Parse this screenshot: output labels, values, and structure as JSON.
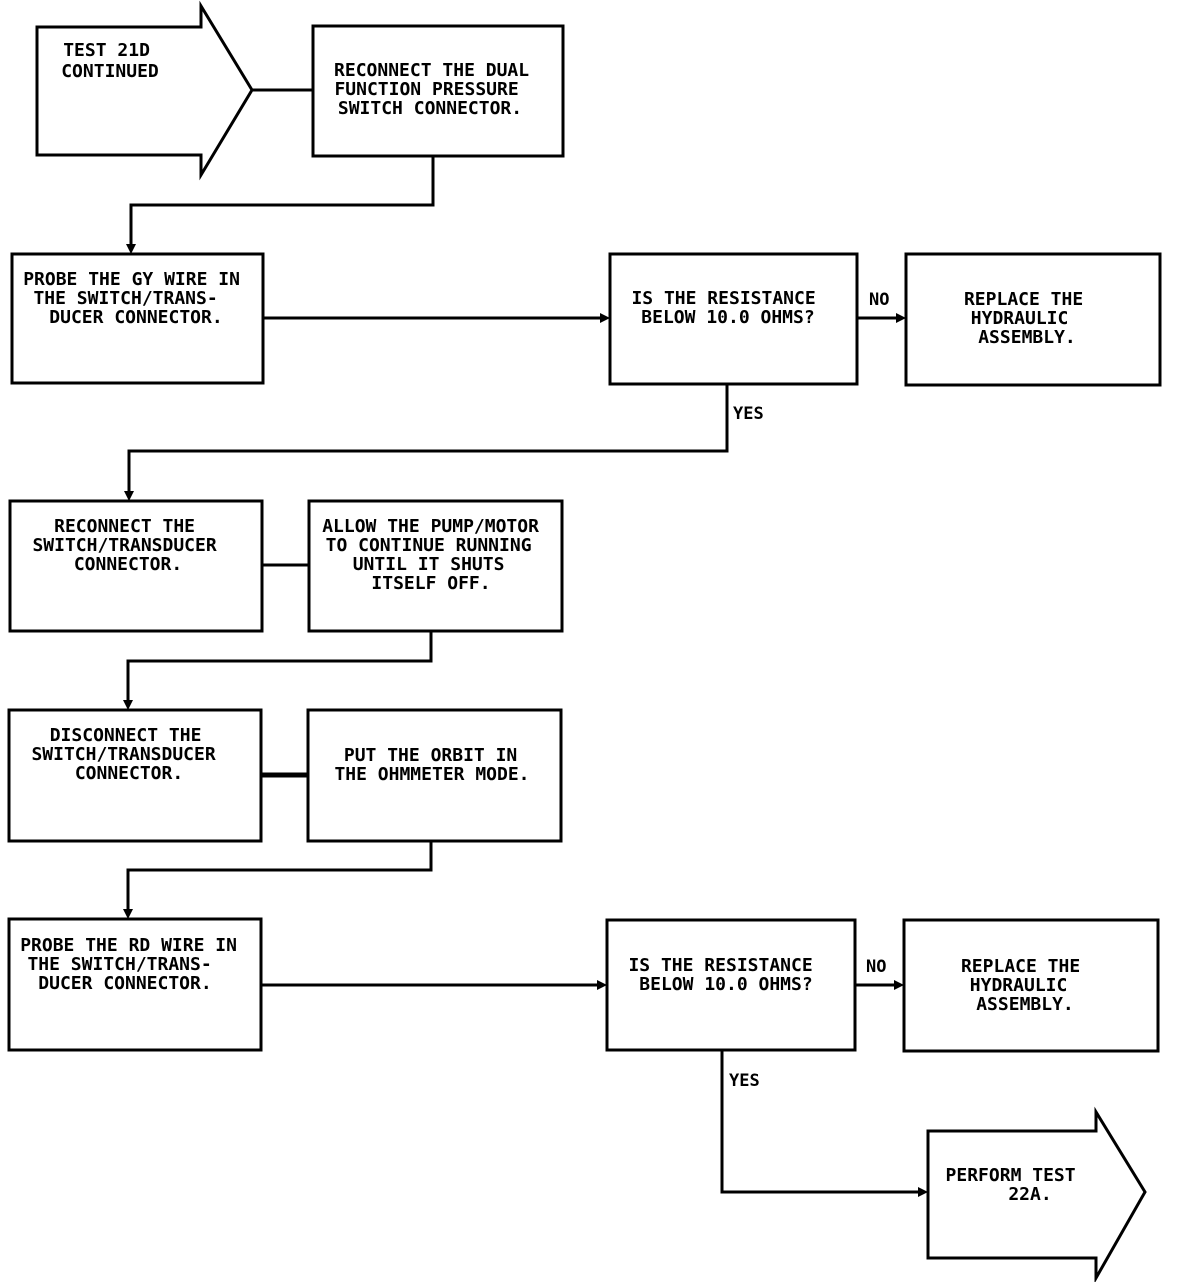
{
  "nodes": {
    "start": [
      "TEST 21D",
      "CONTINUED"
    ],
    "reconnect_dual": [
      "RECONNECT THE DUAL",
      "FUNCTION PRESSURE",
      "SWITCH CONNECTOR."
    ],
    "probe_gy": [
      "PROBE THE GY WIRE IN",
      "THE SWITCH/TRANS-",
      "DUCER CONNECTOR."
    ],
    "question_1": [
      "IS THE RESISTANCE",
      "BELOW 10.0 OHMS?"
    ],
    "replace_1": [
      "REPLACE THE",
      "HYDRAULIC",
      "ASSEMBLY."
    ],
    "reconnect_switch": [
      "RECONNECT THE",
      "SWITCH/TRANSDUCER",
      "CONNECTOR."
    ],
    "allow_pump": [
      "ALLOW THE PUMP/MOTOR",
      "TO CONTINUE RUNNING",
      "UNTIL IT SHUTS",
      "ITSELF OFF."
    ],
    "disconnect_switch": [
      "DISCONNECT THE",
      "SWITCH/TRANSDUCER",
      "CONNECTOR."
    ],
    "put_orbit": [
      "PUT THE ORBIT IN",
      "THE OHMMETER MODE."
    ],
    "probe_rd": [
      "PROBE THE RD WIRE IN",
      "THE SWITCH/TRANS-",
      "DUCER CONNECTOR."
    ],
    "question_2": [
      "IS THE RESISTANCE",
      "BELOW 10.0 OHMS?"
    ],
    "replace_2": [
      "REPLACE THE",
      "HYDRAULIC",
      "ASSEMBLY."
    ],
    "end": [
      "PERFORM TEST",
      "22A."
    ]
  },
  "edges": {
    "q1_no": "NO",
    "q1_yes": "YES",
    "q2_no": "NO",
    "q2_yes": "YES"
  }
}
